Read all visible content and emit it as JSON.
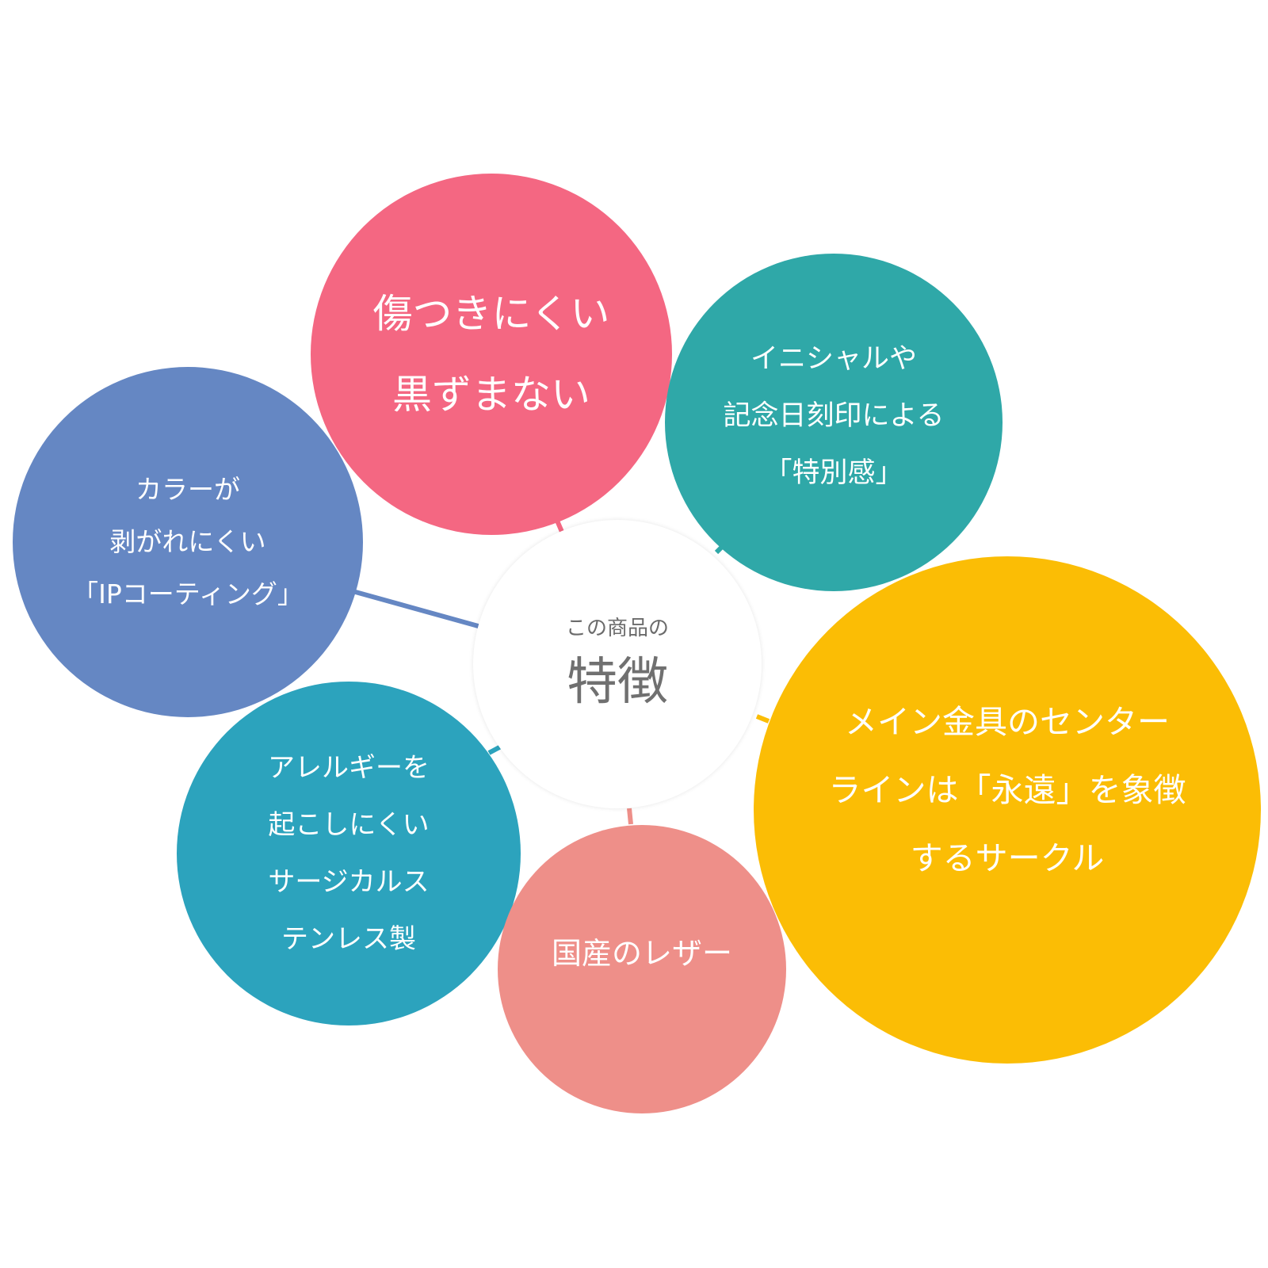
{
  "colors": {
    "background": "#ffffff",
    "pink": "#f46782",
    "teal": "#2fa8a8",
    "blue": "#6587c3",
    "cyan": "#2ca3bd",
    "salmon": "#ee8f89",
    "yellow": "#fbbd05",
    "hub_text": "#6b6b6b"
  },
  "hub": {
    "caption": "この商品の",
    "title": "特徴"
  },
  "features": [
    {
      "id": "scratch",
      "color": "#f46782",
      "lines": [
        "傷つきにくい",
        "黒ずまない"
      ]
    },
    {
      "id": "engrave",
      "color": "#2fa8a8",
      "lines": [
        "イニシャルや",
        "記念日刻印による",
        "「特別感」"
      ]
    },
    {
      "id": "ip",
      "color": "#6587c3",
      "lines": [
        "カラーが",
        "剥がれにくい",
        "「IPコーティング」"
      ]
    },
    {
      "id": "steel",
      "color": "#2ca3bd",
      "lines": [
        "アレルギーを",
        "起こしにくい",
        "サージカルス",
        "テンレス製"
      ]
    },
    {
      "id": "leather",
      "color": "#ee8f89",
      "lines": [
        "国産のレザー"
      ]
    },
    {
      "id": "circle",
      "color": "#fbbd05",
      "lines": [
        "メイン金具のセンター",
        "ラインは「永遠」を象徴",
        "するサークル"
      ]
    }
  ]
}
